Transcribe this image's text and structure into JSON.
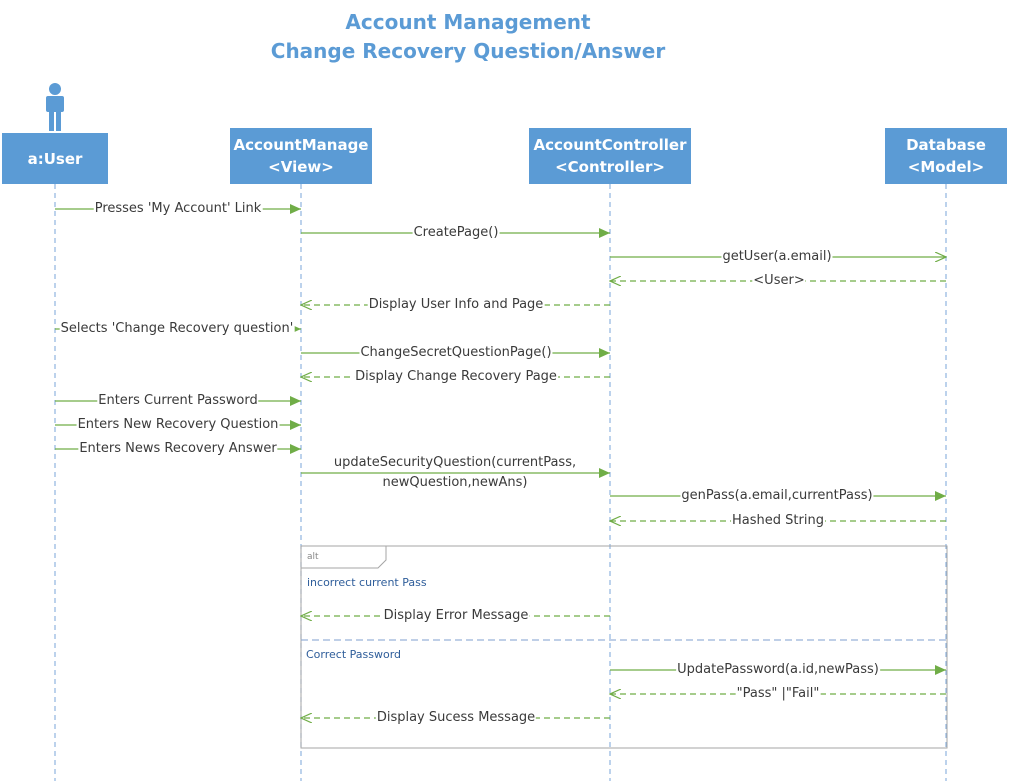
{
  "title": {
    "line1": "Account Management",
    "line2": "Change Recovery Question/Answer"
  },
  "lifelines": [
    {
      "id": "user",
      "line1": "a:User",
      "line2": ""
    },
    {
      "id": "view",
      "line1": "AccountManage",
      "line2": "<View>"
    },
    {
      "id": "controller",
      "line1": "AccountController",
      "line2": "<Controller>"
    },
    {
      "id": "database",
      "line1": "Database",
      "line2": "<Model>"
    }
  ],
  "messages": [
    {
      "label": "Presses 'My Account' Link",
      "from": "user",
      "to": "view",
      "style": "solid"
    },
    {
      "label": "CreatePage()",
      "from": "view",
      "to": "controller",
      "style": "solid"
    },
    {
      "label": "getUser(a.email)",
      "from": "controller",
      "to": "database",
      "style": "solid"
    },
    {
      "label": "<User>",
      "from": "database",
      "to": "controller",
      "style": "dashed"
    },
    {
      "label": "Display User Info and Page",
      "from": "controller",
      "to": "view",
      "style": "dashed"
    },
    {
      "label": "Selects 'Change Recovery question'",
      "from": "user",
      "to": "view",
      "style": "solid"
    },
    {
      "label": "ChangeSecretQuestionPage()",
      "from": "view",
      "to": "controller",
      "style": "solid"
    },
    {
      "label": "Display Change Recovery Page",
      "from": "controller",
      "to": "view",
      "style": "dashed"
    },
    {
      "label": "Enters Current Password",
      "from": "user",
      "to": "view",
      "style": "solid"
    },
    {
      "label": "Enters New Recovery Question",
      "from": "user",
      "to": "view",
      "style": "solid"
    },
    {
      "label": "Enters News Recovery Answer",
      "from": "user",
      "to": "view",
      "style": "solid"
    },
    {
      "label": "updateSecurityQuestion(currentPass,",
      "label2": "newQuestion,newAns)",
      "from": "view",
      "to": "controller",
      "style": "solid"
    },
    {
      "label": "genPass(a.email,currentPass)",
      "from": "controller",
      "to": "database",
      "style": "solid"
    },
    {
      "label": "Hashed String",
      "from": "database",
      "to": "controller",
      "style": "dashed"
    },
    {
      "label": "Display Error Message",
      "from": "controller",
      "to": "view",
      "style": "dashed"
    },
    {
      "label": "UpdatePassword(a.id,newPass)",
      "from": "controller",
      "to": "database",
      "style": "solid"
    },
    {
      "label": "\"Pass\" |\"Fail\"",
      "from": "database",
      "to": "controller",
      "style": "dashed"
    },
    {
      "label": "Display Sucess Message",
      "from": "controller",
      "to": "view",
      "style": "dashed"
    }
  ],
  "alt_frame": {
    "tag": "alt",
    "guard1": "incorrect current Pass",
    "guard2": "Correct Password"
  },
  "colors": {
    "accent": "#5b9bd5",
    "message_line": "#70ad47",
    "lifeline": "#8fb4e0",
    "frame": "#a6a6a6",
    "divider": "#7f9fcf"
  },
  "icons": {
    "actor": "person-icon"
  }
}
